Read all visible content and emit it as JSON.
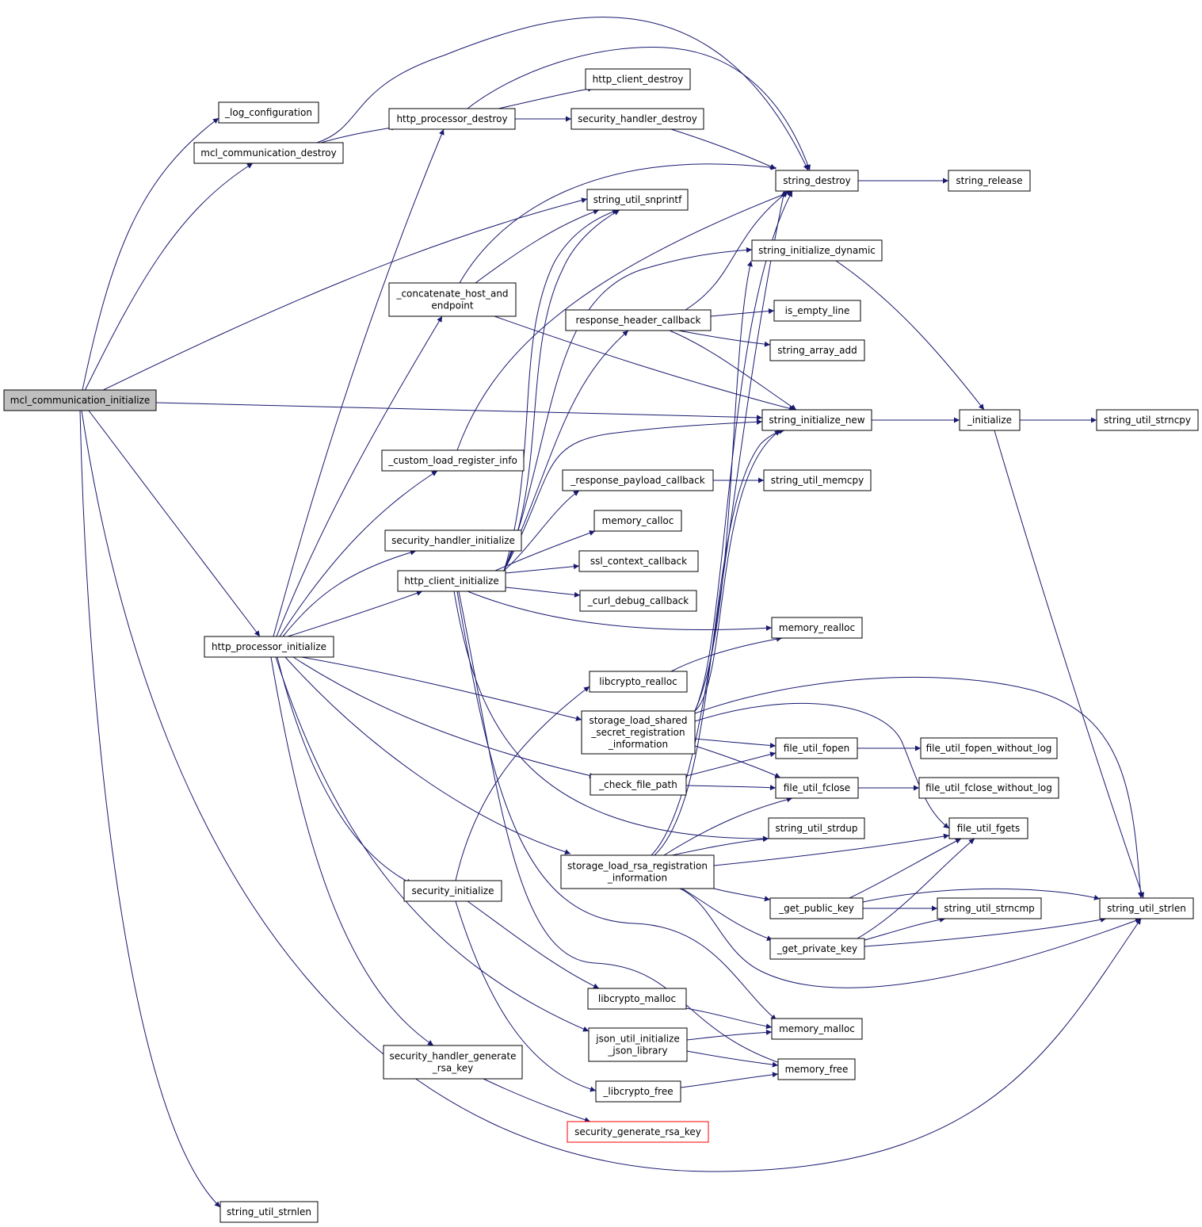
{
  "colors": {
    "edge": "#191970",
    "root_fill": "#bfbfbf",
    "truncated_border": "#ff0000"
  },
  "nodes": {
    "mci": {
      "lines": [
        "mcl_communication_initialize"
      ],
      "style": "root"
    },
    "logconf": {
      "lines": [
        "_log_configuration"
      ]
    },
    "mcd": {
      "lines": [
        "mcl_communication_destroy"
      ]
    },
    "hpd": {
      "lines": [
        "http_processor_destroy"
      ]
    },
    "hcd": {
      "lines": [
        "http_client_destroy"
      ]
    },
    "shd": {
      "lines": [
        "security_handler_destroy"
      ]
    },
    "sdestroy": {
      "lines": [
        "string_destroy"
      ]
    },
    "srelease": {
      "lines": [
        "string_release"
      ]
    },
    "susnp": {
      "lines": [
        "string_util_snprintf"
      ]
    },
    "sid": {
      "lines": [
        "string_initialize_dynamic"
      ]
    },
    "concat": {
      "lines": [
        "_concatenate_host_and",
        "endpoint"
      ]
    },
    "rhc": {
      "lines": [
        "response_header_callback"
      ]
    },
    "iel": {
      "lines": [
        "is_empty_line"
      ]
    },
    "saa": {
      "lines": [
        "string_array_add"
      ]
    },
    "sin": {
      "lines": [
        "string_initialize_new"
      ]
    },
    "init": {
      "lines": [
        "_initialize"
      ]
    },
    "usncpy": {
      "lines": [
        "string_util_strncpy"
      ]
    },
    "clri": {
      "lines": [
        "_custom_load_register_info"
      ]
    },
    "rpc": {
      "lines": [
        "_response_payload_callback"
      ]
    },
    "umemcpy": {
      "lines": [
        "string_util_memcpy"
      ]
    },
    "shi": {
      "lines": [
        "security_handler_initialize"
      ]
    },
    "mcalloc": {
      "lines": [
        "memory_calloc"
      ]
    },
    "hci": {
      "lines": [
        "http_client_initialize"
      ]
    },
    "sslcb": {
      "lines": [
        "ssl_context_callback"
      ]
    },
    "curldbg": {
      "lines": [
        "_curl_debug_callback"
      ]
    },
    "hpi": {
      "lines": [
        "http_processor_initialize"
      ]
    },
    "mrealloc": {
      "lines": [
        "memory_realloc"
      ]
    },
    "lcrealloc": {
      "lines": [
        "libcrypto_realloc"
      ]
    },
    "slssri": {
      "lines": [
        "storage_load_shared",
        "_secret_registration",
        "_information"
      ]
    },
    "fopen": {
      "lines": [
        "file_util_fopen"
      ]
    },
    "fopenwl": {
      "lines": [
        "file_util_fopen_without_log"
      ]
    },
    "cfp": {
      "lines": [
        "_check_file_path"
      ]
    },
    "fclose": {
      "lines": [
        "file_util_fclose"
      ]
    },
    "fclosewl": {
      "lines": [
        "file_util_fclose_without_log"
      ]
    },
    "strdup": {
      "lines": [
        "string_util_strdup"
      ]
    },
    "fgets": {
      "lines": [
        "file_util_fgets"
      ]
    },
    "slrri": {
      "lines": [
        "storage_load_rsa_registration",
        "_information"
      ]
    },
    "secinit": {
      "lines": [
        "security_initialize"
      ]
    },
    "gpub": {
      "lines": [
        "_get_public_key"
      ]
    },
    "strncmp": {
      "lines": [
        "string_util_strncmp"
      ]
    },
    "strlen": {
      "lines": [
        "string_util_strlen"
      ]
    },
    "gpriv": {
      "lines": [
        "_get_private_key"
      ]
    },
    "lcmalloc": {
      "lines": [
        "libcrypto_malloc"
      ]
    },
    "mmalloc": {
      "lines": [
        "memory_malloc"
      ]
    },
    "juil": {
      "lines": [
        "json_util_initialize",
        "_json_library"
      ]
    },
    "shgrk": {
      "lines": [
        "security_handler_generate",
        "_rsa_key"
      ]
    },
    "mfree": {
      "lines": [
        "memory_free"
      ]
    },
    "lcfree": {
      "lines": [
        "_libcrypto_free"
      ]
    },
    "sgrk": {
      "lines": [
        "security_generate_rsa_key"
      ],
      "style": "truncated"
    },
    "strnlen": {
      "lines": [
        "string_util_strnlen"
      ]
    }
  }
}
